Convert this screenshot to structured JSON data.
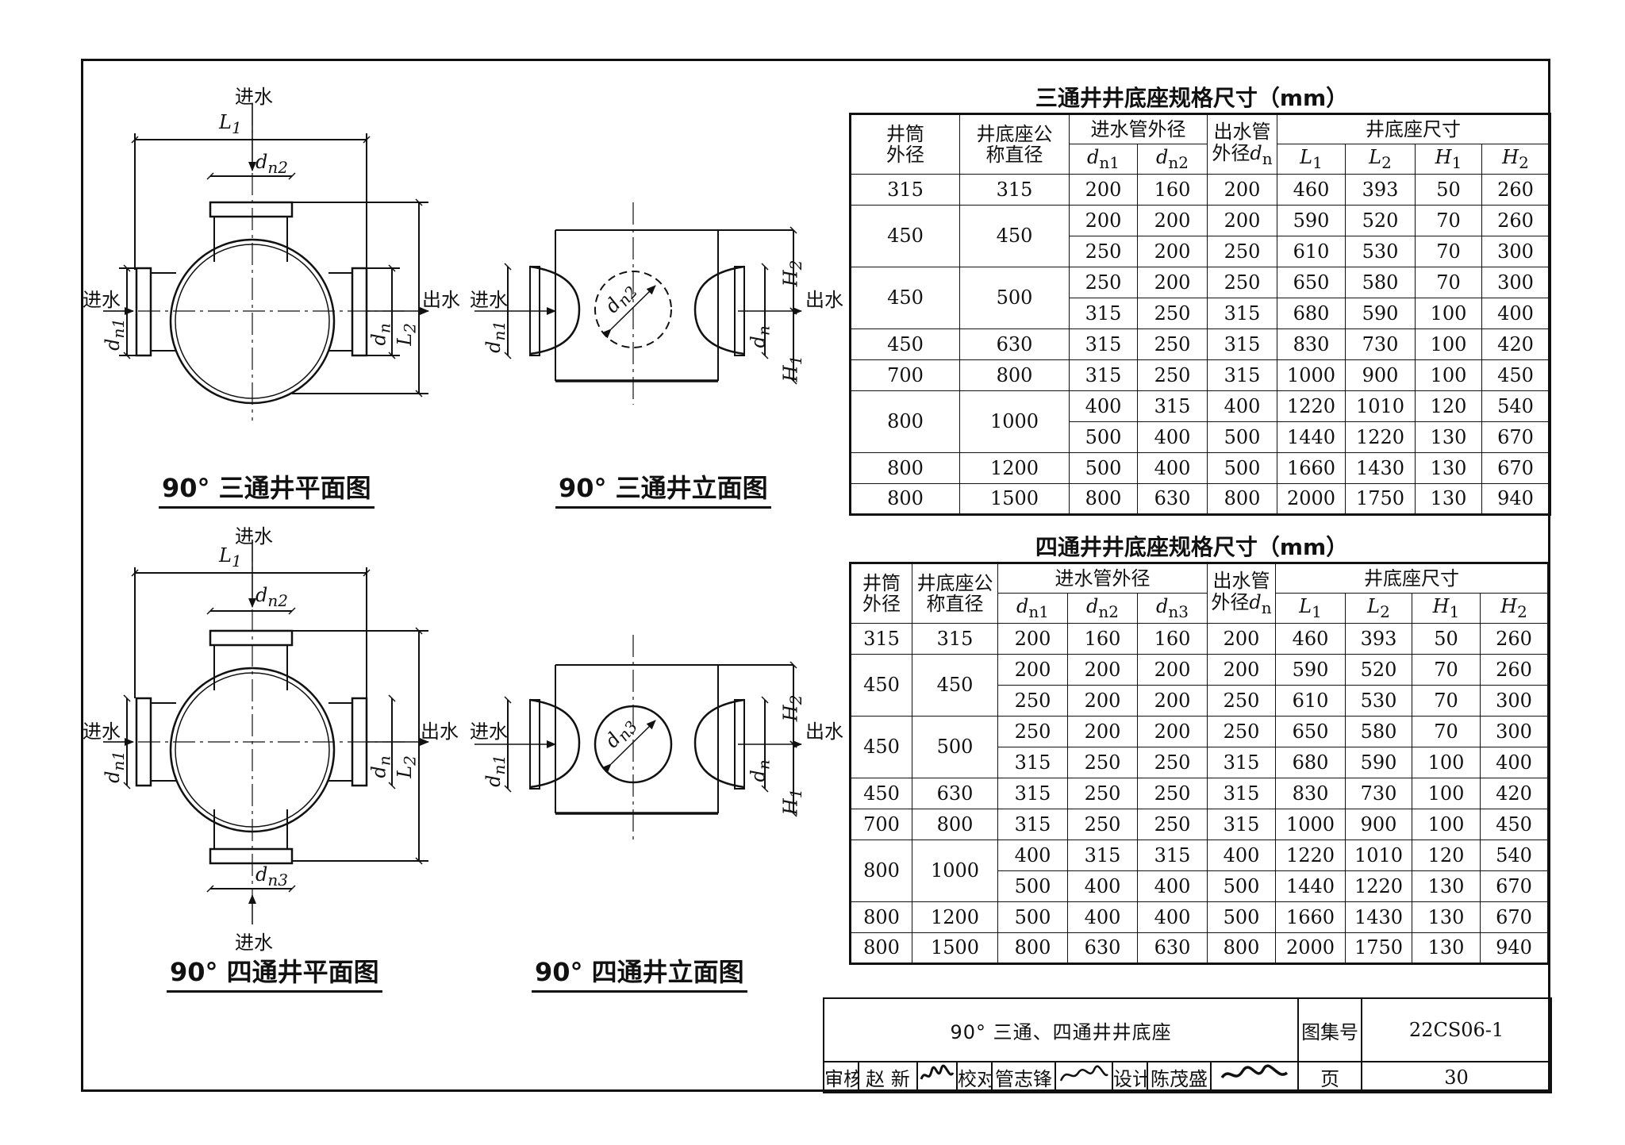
{
  "labels": {
    "inlet": "进水",
    "outlet": "出水",
    "L1": "L",
    "L1_sub": "1",
    "L2": "L",
    "L2_sub": "2",
    "H1": "H",
    "H1_sub": "1",
    "H2": "H",
    "H2_sub": "2",
    "dn": "d",
    "dn_sub": "n",
    "dn1_sub": "n1",
    "dn2_sub": "n2",
    "dn3_sub": "n3"
  },
  "captions": {
    "tee_plan": "90° 三通井平面图",
    "tee_elev": "90° 三通井立面图",
    "cross_plan": "90° 四通井平面图",
    "cross_elev": "90° 四通井立面图"
  },
  "table_tee": {
    "title": "三通井井底座规格尺寸（mm）",
    "h_shaft": [
      "井筒",
      "外径"
    ],
    "h_base": [
      "井底座公",
      "称直径"
    ],
    "h_inlet": "进水管外径",
    "h_outlet": [
      "出水管",
      "外径"
    ],
    "h_outlet_sym": "d",
    "h_outlet_sub": "n",
    "h_dims": "井底座尺寸",
    "h_dn1": "n1",
    "h_dn2": "n2",
    "h_L1": "1",
    "h_L2": "2",
    "h_H1": "1",
    "h_H2": "2",
    "groups": [
      {
        "shaft": "315",
        "base": "315",
        "rows": [
          [
            "200",
            "160",
            "200",
            "460",
            "393",
            "50",
            "260"
          ]
        ]
      },
      {
        "shaft": "450",
        "base": "450",
        "rows": [
          [
            "200",
            "200",
            "200",
            "590",
            "520",
            "70",
            "260"
          ],
          [
            "250",
            "200",
            "250",
            "610",
            "530",
            "70",
            "300"
          ]
        ]
      },
      {
        "shaft": "450",
        "base": "500",
        "rows": [
          [
            "250",
            "200",
            "250",
            "650",
            "580",
            "70",
            "300"
          ],
          [
            "315",
            "250",
            "315",
            "680",
            "590",
            "100",
            "400"
          ]
        ]
      },
      {
        "shaft": "450",
        "base": "630",
        "rows": [
          [
            "315",
            "250",
            "315",
            "830",
            "730",
            "100",
            "420"
          ]
        ]
      },
      {
        "shaft": "700",
        "base": "800",
        "rows": [
          [
            "315",
            "250",
            "315",
            "1000",
            "900",
            "100",
            "450"
          ]
        ]
      },
      {
        "shaft": "800",
        "base": "1000",
        "rows": [
          [
            "400",
            "315",
            "400",
            "1220",
            "1010",
            "120",
            "540"
          ],
          [
            "500",
            "400",
            "500",
            "1440",
            "1220",
            "130",
            "670"
          ]
        ]
      },
      {
        "shaft": "800",
        "base": "1200",
        "rows": [
          [
            "500",
            "400",
            "500",
            "1660",
            "1430",
            "130",
            "670"
          ]
        ]
      },
      {
        "shaft": "800",
        "base": "1500",
        "rows": [
          [
            "800",
            "630",
            "800",
            "2000",
            "1750",
            "130",
            "940"
          ]
        ]
      }
    ]
  },
  "table_cross": {
    "title": "四通井井底座规格尺寸（mm）",
    "h_shaft": [
      "井筒",
      "外径"
    ],
    "h_base": [
      "井底座公",
      "称直径"
    ],
    "h_inlet": "进水管外径",
    "h_outlet": [
      "出水管",
      "外径"
    ],
    "h_outlet_sym": "d",
    "h_outlet_sub": "n",
    "h_dims": "井底座尺寸",
    "h_dn1": "n1",
    "h_dn2": "n2",
    "h_dn3": "n3",
    "h_L1": "1",
    "h_L2": "2",
    "h_H1": "1",
    "h_H2": "2",
    "groups": [
      {
        "shaft": "315",
        "base": "315",
        "rows": [
          [
            "200",
            "160",
            "160",
            "200",
            "460",
            "393",
            "50",
            "260"
          ]
        ]
      },
      {
        "shaft": "450",
        "base": "450",
        "rows": [
          [
            "200",
            "200",
            "200",
            "200",
            "590",
            "520",
            "70",
            "260"
          ],
          [
            "250",
            "200",
            "200",
            "250",
            "610",
            "530",
            "70",
            "300"
          ]
        ]
      },
      {
        "shaft": "450",
        "base": "500",
        "rows": [
          [
            "250",
            "200",
            "200",
            "250",
            "650",
            "580",
            "70",
            "300"
          ],
          [
            "315",
            "250",
            "250",
            "315",
            "680",
            "590",
            "100",
            "400"
          ]
        ]
      },
      {
        "shaft": "450",
        "base": "630",
        "rows": [
          [
            "315",
            "250",
            "250",
            "315",
            "830",
            "730",
            "100",
            "420"
          ]
        ]
      },
      {
        "shaft": "700",
        "base": "800",
        "rows": [
          [
            "315",
            "250",
            "250",
            "315",
            "1000",
            "900",
            "100",
            "450"
          ]
        ]
      },
      {
        "shaft": "800",
        "base": "1000",
        "rows": [
          [
            "400",
            "315",
            "315",
            "400",
            "1220",
            "1010",
            "120",
            "540"
          ],
          [
            "500",
            "400",
            "400",
            "500",
            "1440",
            "1220",
            "130",
            "670"
          ]
        ]
      },
      {
        "shaft": "800",
        "base": "1200",
        "rows": [
          [
            "500",
            "400",
            "400",
            "500",
            "1660",
            "1430",
            "130",
            "670"
          ]
        ]
      },
      {
        "shaft": "800",
        "base": "1500",
        "rows": [
          [
            "800",
            "630",
            "630",
            "800",
            "2000",
            "1750",
            "130",
            "940"
          ]
        ]
      }
    ]
  },
  "title_block": {
    "title": "90° 三通、四通井井底座",
    "atlas_label": "图集号",
    "atlas_no": "22CS06-1",
    "review_label": "审核",
    "reviewer": "赵 新",
    "check_label": "校对",
    "checker": "管志锋",
    "design_label": "设计",
    "designer": "陈茂盛",
    "page_label": "页",
    "page_no": "30"
  }
}
